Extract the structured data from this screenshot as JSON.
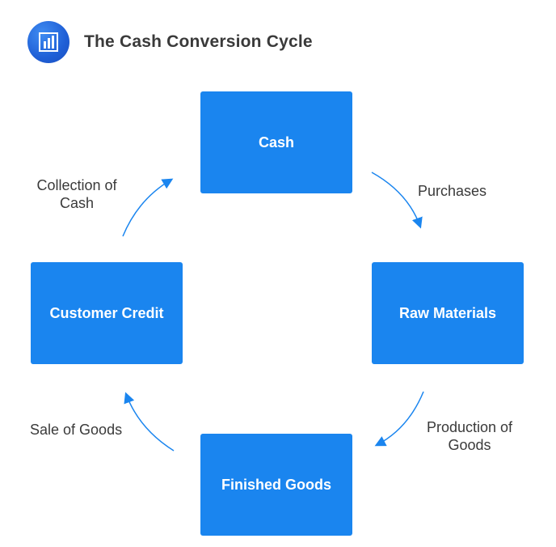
{
  "header": {
    "title": "The Cash Conversion Cycle",
    "logo_icon": "bar-chart-icon"
  },
  "nodes": {
    "cash": "Cash",
    "raw_materials": "Raw Materials",
    "finished_goods": "Finished Goods",
    "customer_credit": "Customer Credit"
  },
  "edges": {
    "purchases": "Purchases",
    "production_line1": "Production of",
    "production_line2": "Goods",
    "sale": "Sale of Goods",
    "collection_line1": "Collection of",
    "collection_line2": "Cash"
  },
  "colors": {
    "box": "#1a85ef",
    "arrow": "#1a85ef",
    "text": "#3a3a3a",
    "logo": "#1f5fd6"
  }
}
